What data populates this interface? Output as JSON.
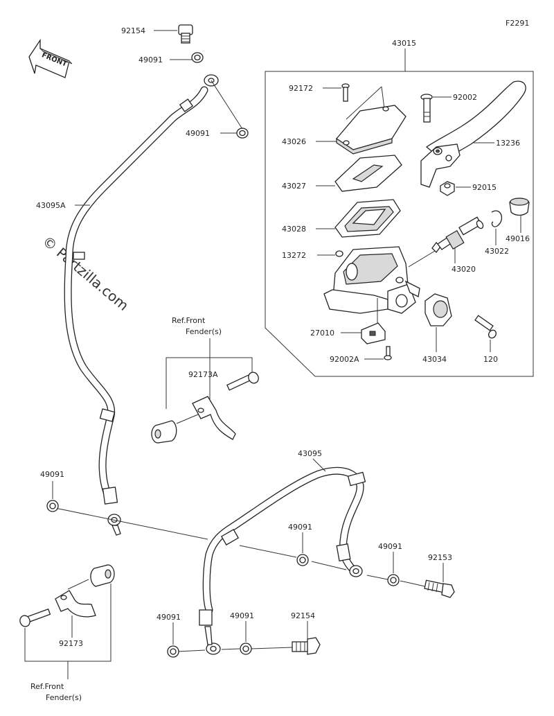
{
  "figure_code": "F2291",
  "front_label": "FRONT",
  "watermark": "© Partzilla.com",
  "ref_label_line1": "Ref.Front",
  "ref_label_line2": "Fender(s)",
  "parts": {
    "p92154_top": "92154",
    "p49091_a": "49091",
    "p49091_b": "49091",
    "p43095A": "43095A",
    "p43015": "43015",
    "p92172": "92172",
    "p92002": "92002",
    "p43026": "43026",
    "p13236": "13236",
    "p43027": "43027",
    "p92015": "92015",
    "p43028": "43028",
    "p49016": "49016",
    "p13272": "13272",
    "p43020": "43020",
    "p43022": "43022",
    "p27010": "27010",
    "p92002A": "92002A",
    "p43034": "43034",
    "p120": "120",
    "p92173A": "92173A",
    "p43095": "43095",
    "p49091_c": "49091",
    "p49091_d": "49091",
    "p49091_e": "49091",
    "p92153": "92153",
    "p92173": "92173",
    "p49091_f": "49091",
    "p49091_g": "49091",
    "p92154_bottom": "92154"
  }
}
